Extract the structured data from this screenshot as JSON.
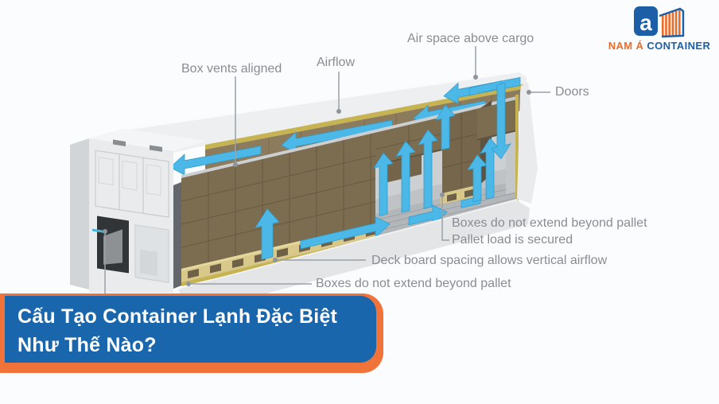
{
  "page": {
    "background": "#fbfcfd"
  },
  "logo": {
    "brand_first": "NAM Á",
    "brand_second": "CONTAINER",
    "mark_letter": "a",
    "blue": "#1d5fa6",
    "orange": "#ed6c2a"
  },
  "annotations": {
    "air_space": "Air space above cargo",
    "box_vents": "Box vents aligned",
    "airflow": "Airflow",
    "doors": "Doors",
    "boxes_not_extend_right": "Boxes do not extend beyond pallet",
    "pallet_secured": "Pallet load is secured",
    "deck_board": "Deck board spacing allows vertical airflow",
    "boxes_not_extend_bottom": "Boxes do not extend beyond pallet"
  },
  "title": {
    "line1": "Cấu Tạo Container Lạnh Đặc Biệt",
    "line2": "Như Thế Nào?",
    "background": "#1966ad",
    "accent": "#f0743a",
    "text_color": "#ffffff"
  },
  "illustration": {
    "airflow_color": "#4cb8e8",
    "airflow_edge": "#2f9dcd",
    "box_color": "#7c6c50",
    "box_top_color": "#8c7c5d",
    "insulation_color": "#c6b452",
    "shell_color": "#edeff1",
    "pallet_color": "#d8c88a",
    "leader_color": "#9aa0a5",
    "label_color": "#898d91"
  }
}
